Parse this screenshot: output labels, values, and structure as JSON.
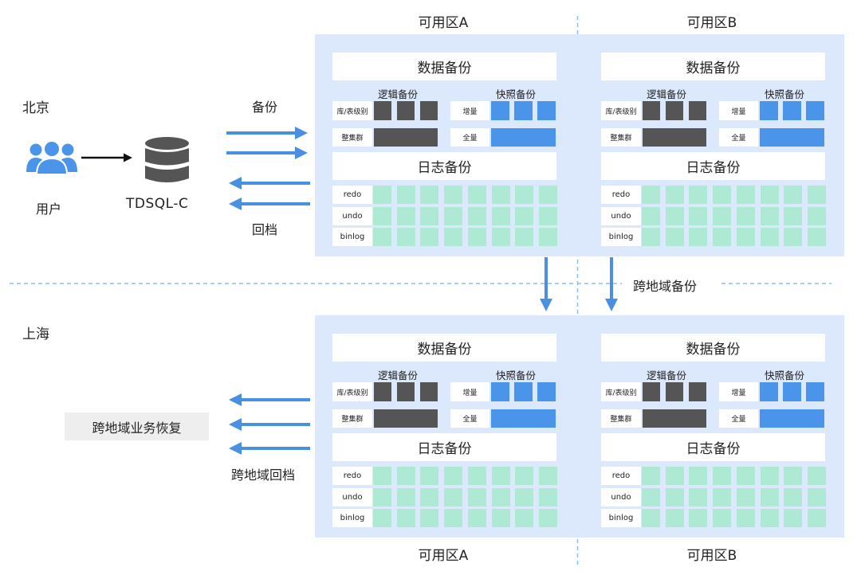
{
  "regions": {
    "top": "北京",
    "bottom": "上海"
  },
  "zones": {
    "top_a": "可用区A",
    "top_b": "可用区B",
    "bottom_a": "可用区A",
    "bottom_b": "可用区B"
  },
  "source": {
    "user_label": "用户",
    "db_label": "TDSQL-C",
    "user_icon": "users-icon",
    "db_icon": "database-icon"
  },
  "flows": {
    "backup": "备份",
    "rollback": "回档",
    "cross_region_backup": "跨地域备份",
    "cross_region_rollback": "跨地域回档",
    "cross_region_restore": "跨地域业务恢复"
  },
  "block": {
    "data_backup": "数据备份",
    "logical_backup": "逻辑备份",
    "snapshot_backup": "快照备份",
    "logical_rows": [
      "库/表级别",
      "整集群"
    ],
    "snapshot_rows": [
      "增量",
      "全量"
    ],
    "log_backup": "日志备份",
    "log_rows": [
      "redo",
      "undo",
      "binlog"
    ]
  },
  "colors": {
    "panel": "#dce8fb",
    "arrow": "#4a90e2",
    "logical": "#555555",
    "snapshot": "#4a95ea",
    "log": "#aeead3",
    "dash": "#8fbcf0"
  }
}
